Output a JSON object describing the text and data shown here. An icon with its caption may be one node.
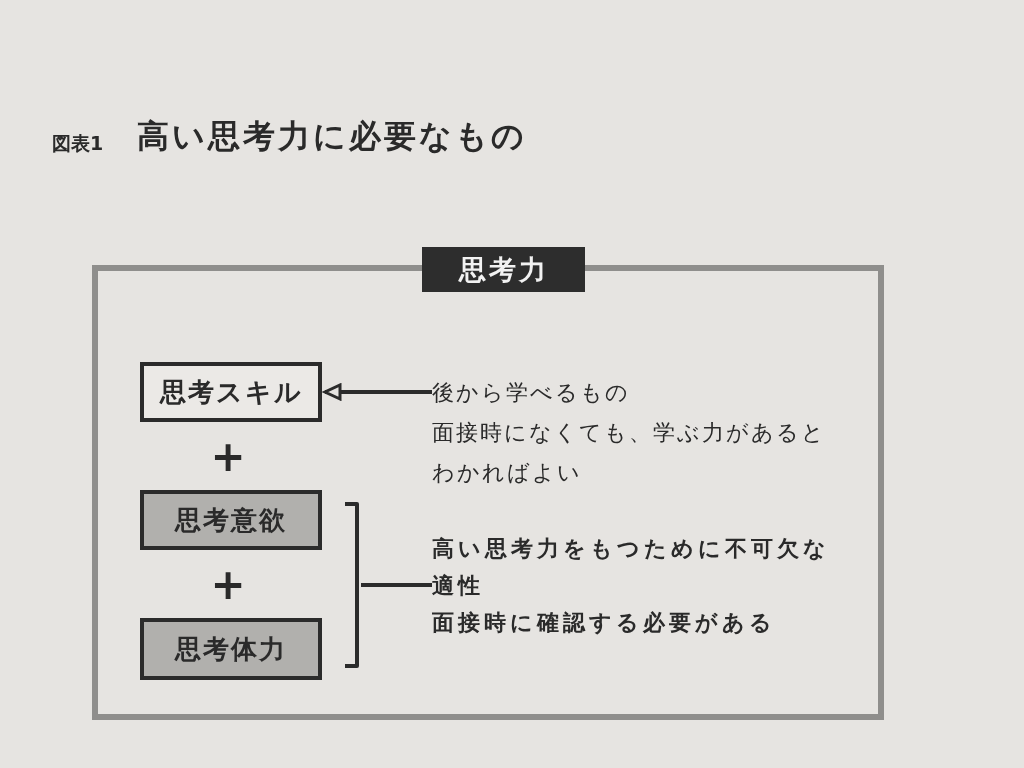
{
  "diagram": {
    "title": "高い思考力に必要なもの",
    "nodes": [
      {
        "text": [
          "思考力"
        ]
      },
      {
        "text": [
          "思考スキル"
        ],
        "in": 0
      },
      {
        "text": [
          "後から学べるもの",
          "面接時になくても、学ぶ力があるとわかればよい"
        ],
        "in": 0
      },
      {
        "text": [
          "思考意欲"
        ],
        "in": 0
      },
      {
        "text": [
          "思考体力"
        ],
        "in": 0
      },
      {
        "text": [],
        "shape": "bracket",
        "in": 0
      },
      {
        "text": [
          "高い思考力をもつために不可欠な適性",
          "面接時に確認する必要がある"
        ],
        "in": 0
      }
    ],
    "edges": [
      {
        "from": 2,
        "to": 1,
        "arrow": "to"
      },
      {
        "from": 6,
        "to": 5,
        "arrow": "none"
      }
    ],
    "labels": [
      "図表1",
      "+",
      "+"
    ]
  }
}
